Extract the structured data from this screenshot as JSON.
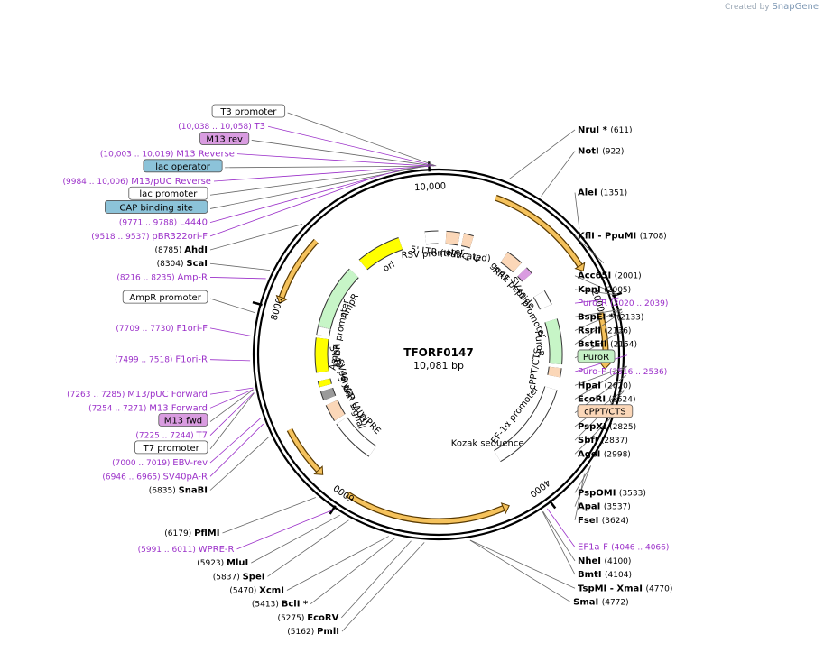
{
  "header": {
    "credit_prefix": "Created by",
    "credit_brand": "SnapGene"
  },
  "plasmid": {
    "name": "TFORF0147",
    "size_label": "10,081 bp",
    "length": 10081
  },
  "colors": {
    "enzyme": "#000000",
    "primer": "#9b30c9",
    "feature_box_blue": "#8cc3d9",
    "feature_box_purple": "#d99ce0",
    "feature_box_green": "#c5f0c5",
    "feature_box_peach": "#fbd7b8",
    "orf_orange": "#f5c25c",
    "ori_yellow": "#ffff00",
    "ampr_green": "#c7f5c7"
  },
  "ticks": [
    {
      "pos": 10000,
      "label": "10,000"
    },
    {
      "pos": 2000,
      "label": "2000"
    },
    {
      "pos": 4000,
      "label": "4000"
    },
    {
      "pos": 6000,
      "label": "6000"
    },
    {
      "pos": 8000,
      "label": "8000"
    }
  ],
  "labels": [
    {
      "id": "t3-primer",
      "text": "T3",
      "range": "(10,038 .. 10,058)",
      "kind": "primer",
      "pos": 10048
    },
    {
      "id": "m13-rev-box",
      "text": "M13 rev",
      "kind": "box-purple",
      "pos": 10040
    },
    {
      "id": "m13-reverse",
      "text": "M13 Reverse",
      "range": "(10,003 .. 10,019)",
      "kind": "primer",
      "pos": 10011
    },
    {
      "id": "lac-operator",
      "text": "lac operator",
      "kind": "box-blue",
      "pos": 10005
    },
    {
      "id": "m13-puc-reverse",
      "text": "M13/pUC Reverse",
      "range": "(9984 .. 10,006)",
      "kind": "primer",
      "pos": 9995
    },
    {
      "id": "lac-promoter",
      "text": "lac promoter",
      "kind": "box-white",
      "pos": 9970
    },
    {
      "id": "cap-binding-site",
      "text": "CAP binding site",
      "kind": "box-blue",
      "pos": 9940
    },
    {
      "id": "l4440",
      "text": "L4440",
      "range": "(9771 .. 9788)",
      "kind": "primer",
      "pos": 9780
    },
    {
      "id": "pbr322ori-f",
      "text": "pBR322ori-F",
      "range": "(9518 .. 9537)",
      "kind": "primer",
      "pos": 9527
    },
    {
      "id": "t3-promoter",
      "text": "T3 promoter",
      "kind": "box-white",
      "pos": 10060
    },
    {
      "id": "nrui",
      "text": "NruI *",
      "num": "(611)",
      "kind": "enzyme",
      "pos": 611
    },
    {
      "id": "noti",
      "text": "NotI",
      "num": "(922)",
      "kind": "enzyme",
      "pos": 922
    },
    {
      "id": "alei",
      "text": "AleI",
      "num": "(1351)",
      "kind": "enzyme",
      "pos": 1351
    },
    {
      "id": "kfli",
      "text": "KflI  - PpuMI",
      "num": "(1708)",
      "kind": "enzyme",
      "pos": 1708
    },
    {
      "id": "acc65i",
      "text": "Acc65I",
      "num": "(2001)",
      "kind": "enzyme",
      "pos": 2001
    },
    {
      "id": "kpni",
      "text": "KpnI",
      "num": "(2005)",
      "kind": "enzyme",
      "pos": 2005
    },
    {
      "id": "puro-r",
      "text": "Puro-R",
      "range": "(2020 .. 2039)",
      "kind": "primer",
      "pos": 2030
    },
    {
      "id": "bspei",
      "text": "BspEI *",
      "num": "(2133)",
      "kind": "enzyme",
      "pos": 2133
    },
    {
      "id": "rsrii",
      "text": "RsrII",
      "num": "(2136)",
      "kind": "enzyme",
      "pos": 2136
    },
    {
      "id": "bsteii",
      "text": "BstEII",
      "num": "(2154)",
      "kind": "enzyme",
      "pos": 2154
    },
    {
      "id": "puror-box",
      "text": "PuroR",
      "kind": "box-green",
      "pos": 2300
    },
    {
      "id": "puro-f",
      "text": "Puro-F",
      "range": "(2516 .. 2536)",
      "kind": "primer",
      "pos": 2526
    },
    {
      "id": "hpai",
      "text": "HpaI",
      "num": "(2620)",
      "kind": "enzyme",
      "pos": 2620
    },
    {
      "id": "ecori",
      "text": "EcoRI",
      "num": "(2624)",
      "kind": "enzyme",
      "pos": 2624
    },
    {
      "id": "cppt-cts",
      "text": "cPPT/CTS",
      "kind": "box-peach",
      "pos": 2700
    },
    {
      "id": "pspxi",
      "text": "PspXI",
      "num": "(2825)",
      "kind": "enzyme",
      "pos": 2825
    },
    {
      "id": "sbfi",
      "text": "SbfI",
      "num": "(2837)",
      "kind": "enzyme",
      "pos": 2837
    },
    {
      "id": "agei",
      "text": "AgeI",
      "num": "(2998)",
      "kind": "enzyme",
      "pos": 2998
    },
    {
      "id": "pspomi",
      "text": "PspOMI",
      "num": "(3533)",
      "kind": "enzyme",
      "pos": 3533
    },
    {
      "id": "apai",
      "text": "ApaI",
      "num": "(3537)",
      "kind": "enzyme",
      "pos": 3537
    },
    {
      "id": "fsei",
      "text": "FseI",
      "num": "(3624)",
      "kind": "enzyme",
      "pos": 3624
    },
    {
      "id": "ef1a-f",
      "text": "EF1a-F",
      "range": "(4046 .. 4066)",
      "kind": "primer",
      "pos": 4056
    },
    {
      "id": "nhei",
      "text": "NheI",
      "num": "(4100)",
      "kind": "enzyme",
      "pos": 4100
    },
    {
      "id": "bmti",
      "text": "BmtI",
      "num": "(4104)",
      "kind": "enzyme",
      "pos": 4104
    },
    {
      "id": "tspmi",
      "text": "TspMI  - XmaI",
      "num": "(4770)",
      "kind": "enzyme",
      "pos": 4770
    },
    {
      "id": "smai",
      "text": "SmaI",
      "num": "(4772)",
      "kind": "enzyme",
      "pos": 4772
    },
    {
      "id": "pmli",
      "text": "PmlI",
      "num": "(5162)",
      "kind": "enzyme",
      "pos": 5162
    },
    {
      "id": "ecorv",
      "text": "EcoRV",
      "num": "(5275)",
      "kind": "enzyme",
      "pos": 5275
    },
    {
      "id": "bcli",
      "text": "BclI *",
      "num": "(5413)",
      "kind": "enzyme",
      "pos": 5413
    },
    {
      "id": "xcmi",
      "text": "XcmI",
      "num": "(5470)",
      "kind": "enzyme",
      "pos": 5470
    },
    {
      "id": "spei",
      "text": "SpeI",
      "num": "(5837)",
      "kind": "enzyme",
      "pos": 5837
    },
    {
      "id": "mlui",
      "text": "MluI",
      "num": "(5923)",
      "kind": "enzyme",
      "pos": 5923
    },
    {
      "id": "wpre-r",
      "text": "WPRE-R",
      "range": "(5991 .. 6011)",
      "kind": "primer",
      "pos": 6001
    },
    {
      "id": "pflmi",
      "text": "PflMI",
      "num": "(6179)",
      "kind": "enzyme",
      "pos": 6179
    },
    {
      "id": "snabi",
      "text": "SnaBI",
      "num": "(6835)",
      "kind": "enzyme",
      "pos": 6835
    },
    {
      "id": "sv40pa-r",
      "text": "SV40pA-R",
      "range": "(6946 .. 6965)",
      "kind": "primer",
      "pos": 6955
    },
    {
      "id": "ebv-rev",
      "text": "EBV-rev",
      "range": "(7000 .. 7019)",
      "kind": "primer",
      "pos": 7010
    },
    {
      "id": "t7-promoter",
      "text": "T7 promoter",
      "kind": "box-white",
      "pos": 7230
    },
    {
      "id": "t7",
      "text": "T7",
      "range": "(7225 .. 7244)",
      "kind": "primer",
      "pos": 7234
    },
    {
      "id": "m13-fwd-box",
      "text": "M13 fwd",
      "kind": "box-purple",
      "pos": 7260
    },
    {
      "id": "m13-forward",
      "text": "M13 Forward",
      "range": "(7254 .. 7271)",
      "kind": "primer",
      "pos": 7262
    },
    {
      "id": "m13-puc-forward",
      "text": "M13/pUC Forward",
      "range": "(7263 .. 7285)",
      "kind": "primer",
      "pos": 7274
    },
    {
      "id": "f1ori-r",
      "text": "F1ori-R",
      "range": "(7499 .. 7518)",
      "kind": "primer",
      "pos": 7508
    },
    {
      "id": "f1ori-f",
      "text": "F1ori-F",
      "range": "(7709 .. 7730)",
      "kind": "primer",
      "pos": 7719
    },
    {
      "id": "ampr-promoter",
      "text": "AmpR promoter",
      "kind": "box-white",
      "pos": 7920
    },
    {
      "id": "amp-r",
      "text": "Amp-R",
      "range": "(8216 .. 8235)",
      "kind": "primer",
      "pos": 8225
    },
    {
      "id": "scai",
      "text": "ScaI",
      "num": "(8304)",
      "kind": "enzyme",
      "pos": 8304
    },
    {
      "id": "ahdi",
      "text": "AhdI",
      "num": "(8785)",
      "kind": "enzyme",
      "pos": 8785
    }
  ],
  "features": [
    {
      "id": "rsv-promoter",
      "text": "RSV promoter",
      "start": 9900,
      "end": 10075,
      "kind": "promoter"
    },
    {
      "id": "ltr5",
      "text": "5' LTR (truncated)",
      "start": 100,
      "end": 280,
      "kind": "misc"
    },
    {
      "id": "hiv-psi",
      "text": "HIV-1 Ψ",
      "start": 330,
      "end": 460,
      "kind": "misc"
    },
    {
      "id": "rre",
      "text": "RRE",
      "start": 950,
      "end": 1180,
      "kind": "misc"
    },
    {
      "id": "gp41",
      "text": "gp41 peptide",
      "start": 1270,
      "end": 1370,
      "kind": "purple"
    },
    {
      "id": "sv40-promoter",
      "text": "SV40 promoter",
      "start": 1650,
      "end": 1850,
      "kind": "promoter"
    },
    {
      "id": "puror-orf",
      "text": "PuroR",
      "start": 2050,
      "end": 2650,
      "kind": "green"
    },
    {
      "id": "cppt-feature",
      "text": "cPPT/CTS",
      "start": 2700,
      "end": 2820,
      "kind": "misc"
    },
    {
      "id": "ef1a-promoter",
      "text": "EF-1α promoter",
      "start": 2990,
      "end": 4200,
      "kind": "promoter"
    },
    {
      "id": "kozak",
      "text": "Kozak sequence",
      "start": 4100,
      "end": 4110,
      "kind": "label"
    },
    {
      "id": "wpre",
      "text": "WPRE",
      "start": 6000,
      "end": 6600,
      "kind": "box"
    },
    {
      "id": "ltr3",
      "text": "3' LTR (ΔU3)",
      "start": 6650,
      "end": 6880,
      "kind": "misc"
    },
    {
      "id": "sv40-polya",
      "text": "SV40 poly(A) signal",
      "start": 6950,
      "end": 7070,
      "kind": "grey"
    },
    {
      "id": "f1-ori",
      "text": "f1 ori",
      "start": 7320,
      "end": 7780,
      "kind": "yellow"
    },
    {
      "id": "sv40-ori",
      "text": "SV40 ori",
      "start": 7130,
      "end": 7210,
      "kind": "yellow"
    },
    {
      "id": "ampr-prom-f",
      "text": "AmpR promoter",
      "start": 7820,
      "end": 7925,
      "kind": "promoter"
    },
    {
      "id": "ampr",
      "text": "AmpR",
      "start": 7930,
      "end": 8790,
      "kind": "ampgreen"
    },
    {
      "id": "ori",
      "text": "ori",
      "start": 8960,
      "end": 9550,
      "kind": "yellow"
    }
  ]
}
